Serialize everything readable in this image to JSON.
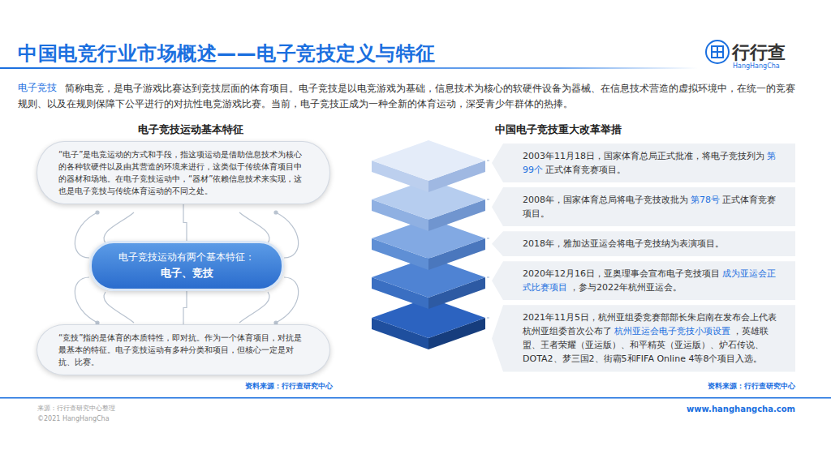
{
  "diagram": {
    "title": "中国电竞行业市场概述——电子竞技定义与特征",
    "nodes": [
      {
        "text": [
          "“电子”是电竞运动的方式和手段，指这项运动是借助信息技术为核心的各种软硬件以及由其营造的环境来进行，这类似于传统体育项目中的器材和场地。在电子竞技运动中，“器材”依赖信息技术来实现，这也是电子竞技与传统体育运动的不同之处。"
        ]
      },
      {
        "text": [
          "电子竞技运动有两个基本特征：",
          "电子、竞技"
        ]
      },
      {
        "text": [
          "“竞技”指的是体育的本质特性，即对抗。作为一个体育项目，对抗是最基本的特征。电子竞技运动有多种分类和项目，但核心一定是对抗、比赛。"
        ]
      },
      {
        "text": [
          "2003年11月18日，国家体育总局正式批准，将电子竞技列为",
          "第99个",
          "正式体育竞赛项目。"
        ]
      },
      {
        "text": [
          "2008年，国家体育总局将电子竞技改批为",
          "第78号",
          "正式体育竞赛项目。"
        ]
      },
      {
        "text": [
          "2018年，雅加达亚运会将电子竞技纳为表演项目。"
        ]
      },
      {
        "text": [
          "2020年12月16日，亚奥理事会宣布电子竞技项目",
          "成为亚运会正式比赛项目",
          "，参与2022年杭州亚运会。"
        ]
      },
      {
        "text": [
          "2021年11月5日，杭州亚组委竞赛部部长朱启南在发布会上代表杭州亚组委首次公布了",
          "杭州亚运会电子竞技小项设置",
          "，英雄联盟、王者荣耀（亚运版）、和平精英（亚运版）、炉石传说、DOTA2、梦三国2、街霸5和FIFA Online 4等8个项目入选。"
        ]
      }
    ],
    "edges": [
      {
        "from": 1,
        "to": 0,
        "arrow": "none"
      },
      {
        "from": 1,
        "to": 2,
        "arrow": "none"
      }
    ],
    "labels": [
      "行行查",
      "HangHangCha",
      "电子竞技",
      "简称电竞，是电子游戏比赛达到竞技层面的体育项目。电子竞技是以电竞游戏为基础，信息技术为核心的软硬件设备为器械、在信息技术营造的虚拟环境中，在统一的竞赛规则、以及在规则保障下公平进行的对抗性电竞游戏比赛。当前，电子竞技正成为一种全新的体育运动，深受青少年群体的热捧。",
      "电子竞技运动基本特征",
      "中国电子竞技重大改革举措",
      "资料来源：行行查研究中心",
      "资料来源：行行查研究中心",
      "来源：行行查研究中心整理",
      "©2021 HangHangCha",
      "www.hanghangcha.com"
    ]
  }
}
